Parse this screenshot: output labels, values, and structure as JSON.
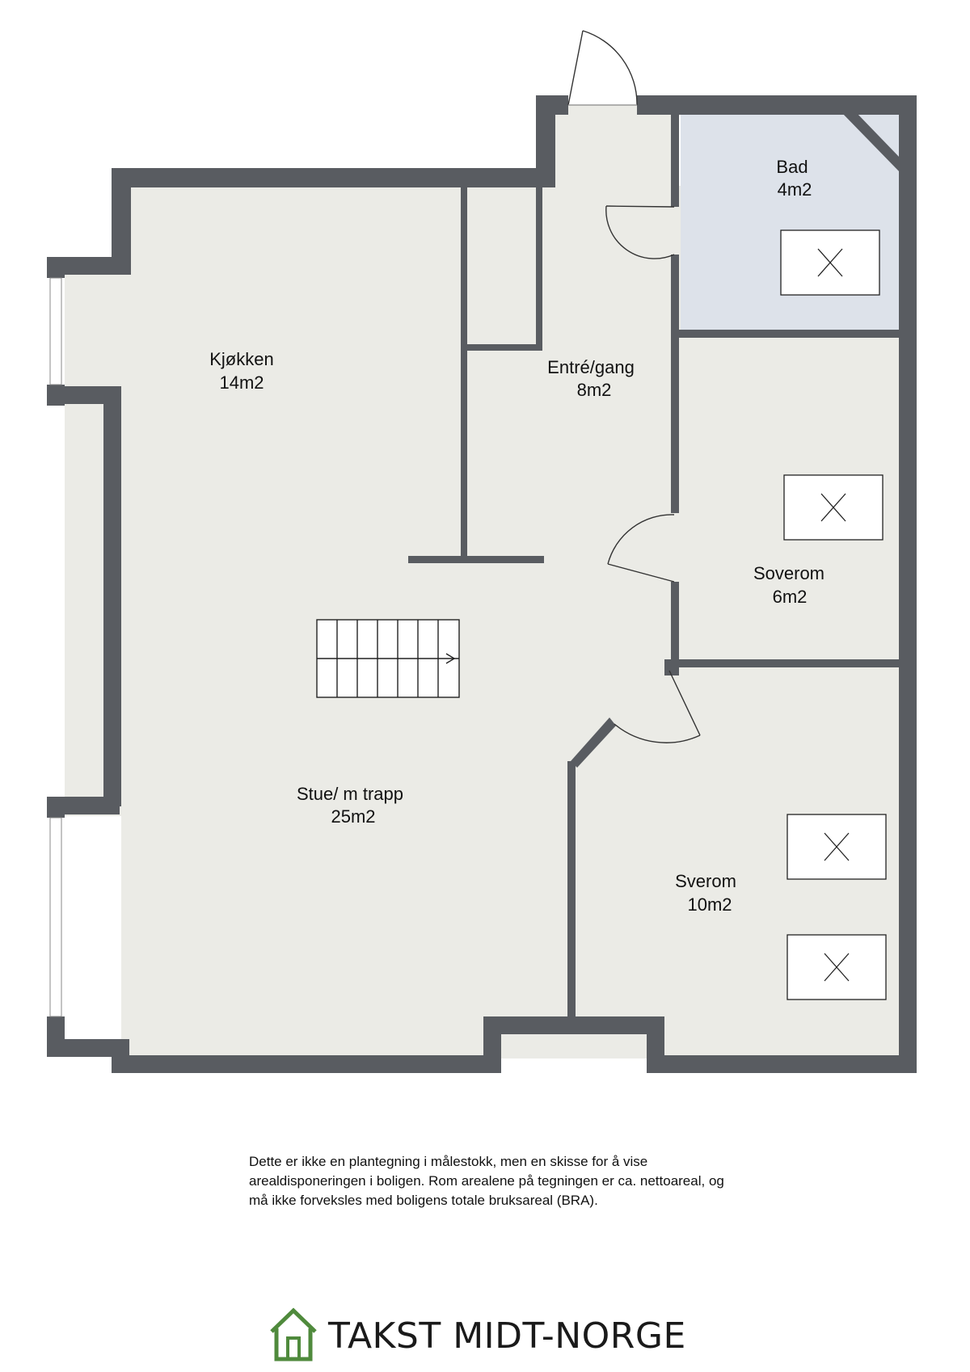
{
  "rooms": {
    "kjokken": {
      "name": "Kjøkken",
      "area": "14m2"
    },
    "entre": {
      "name": "Entré/gang",
      "area": "8m2"
    },
    "bad": {
      "name": "Bad",
      "area": "4m2"
    },
    "soverom": {
      "name": "Soverom",
      "area": "6m2"
    },
    "stue": {
      "name": "Stue/ m trapp",
      "area": "25m2"
    },
    "sverom": {
      "name": "Sverom",
      "area": "10m2"
    }
  },
  "disclaimer": "Dette er ikke en plantegning i målestokk, men en skisse for å vise arealdisponeringen i boligen. Rom arealene på tegningen er ca. nettoareal, og må ikke forveksles med boligens totale bruksareal (BRA).",
  "brand": {
    "name": "TAKST MIDT-NORGE",
    "icon": "house-icon"
  },
  "colors": {
    "wall": "#595c61",
    "floor": "#ebebe6",
    "bath": "#dde2ea",
    "brand_green": "#4f8a3c"
  }
}
